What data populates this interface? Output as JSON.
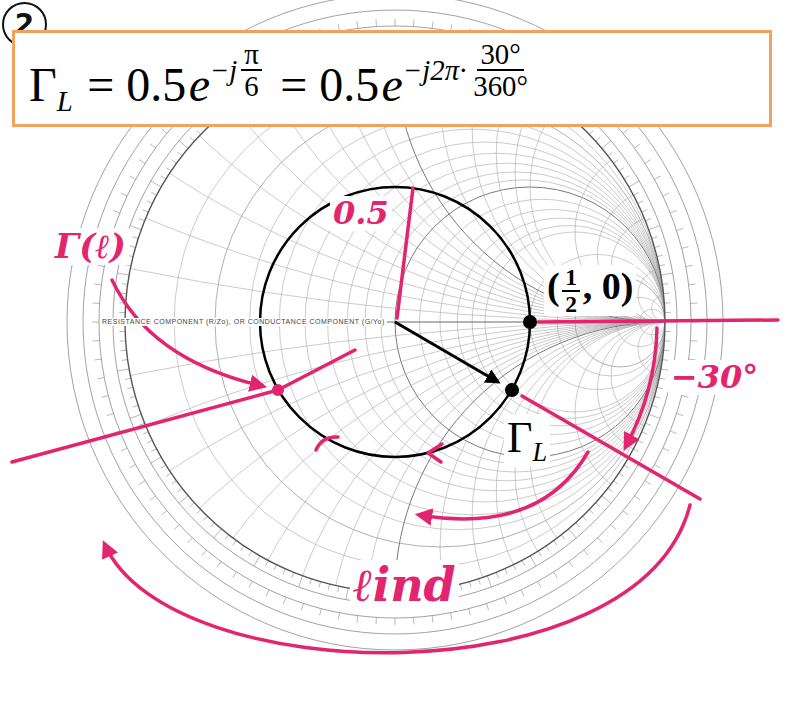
{
  "diagram": {
    "nodes": [
      {
        "text": [
          "2"
        ]
      },
      {
        "text": [
          "Γ",
          "L",
          "= 0.5",
          "e",
          "−j",
          "π",
          "6",
          "= 0.5",
          "e",
          "−j2π·",
          "30°",
          "360°"
        ]
      }
    ],
    "labels": [
      "0.5",
      "Γ(ℓ)",
      "(",
      "1",
      "2",
      ", 0)",
      "Γ",
      "L",
      "−30°",
      "ℓind",
      "RESISTANCE COMPONENT (R/Zo), OR CONDUCTANCE COMPONENT (G/Yo)"
    ]
  }
}
